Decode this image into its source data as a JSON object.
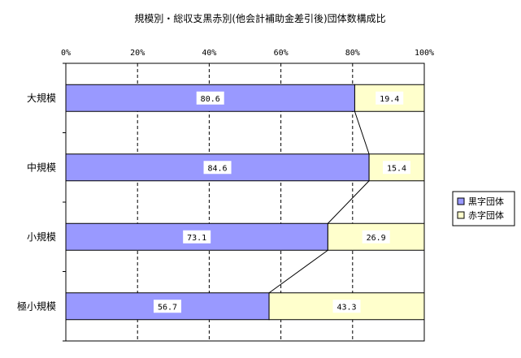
{
  "chart_data": {
    "type": "bar",
    "orientation": "horizontal",
    "stacked": "percent",
    "title": "規模別・総収支黒赤別(他会計補助金差引後)団体数構成比",
    "categories": [
      "大規模",
      "中規模",
      "小規模",
      "極小規模"
    ],
    "series": [
      {
        "name": "黒字団体",
        "values": [
          80.6,
          84.6,
          73.1,
          56.7
        ],
        "color": "#9999ff"
      },
      {
        "name": "赤字団体",
        "values": [
          19.4,
          15.4,
          26.9,
          43.3
        ],
        "color": "#ffffcc"
      }
    ],
    "value_labels": [
      [
        "80.6",
        "84.6",
        "73.1",
        "56.7"
      ],
      [
        "19.4",
        "15.4",
        "26.9",
        "43.3"
      ]
    ],
    "xlim": [
      0,
      100
    ],
    "xticks": [
      "0%",
      "20%",
      "40%",
      "60%",
      "80%",
      "100%"
    ],
    "grid": "vertical-dashed",
    "series_lines": true,
    "legend": "right"
  }
}
